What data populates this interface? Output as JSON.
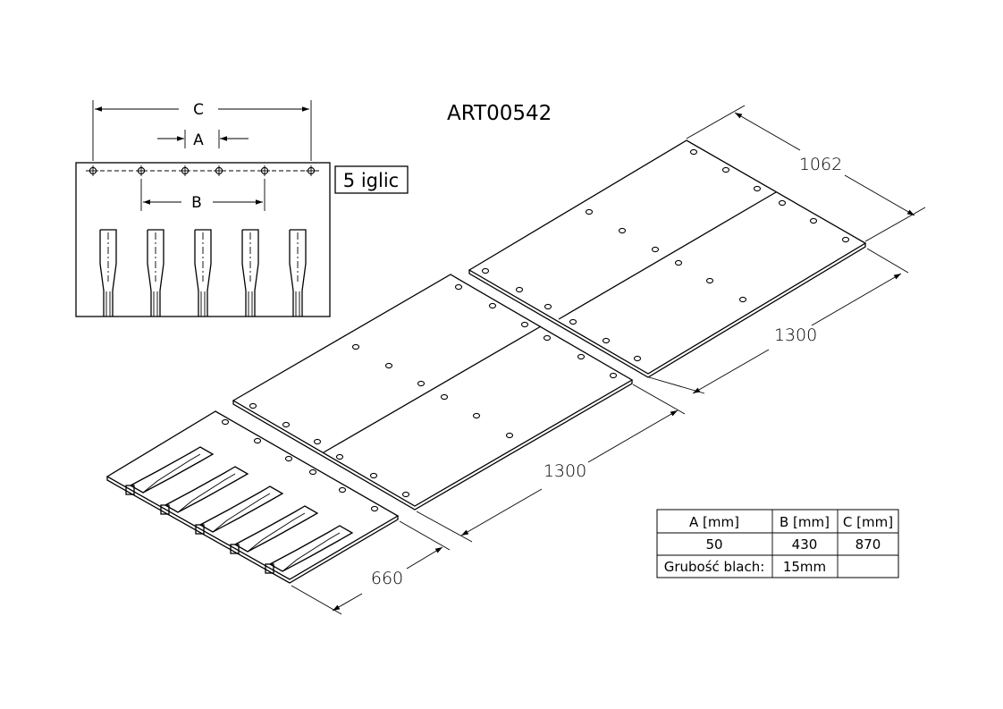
{
  "title": "ART00542",
  "detail": {
    "label_a": "A",
    "label_b": "B",
    "label_c": "C",
    "needles_label": "5 iglic"
  },
  "dimensions": {
    "width": "1062",
    "length_top": "1300",
    "length_middle": "1300",
    "length_front": "660"
  },
  "table": {
    "headers": [
      "A [mm]",
      "B [mm]",
      "C [mm]"
    ],
    "values": [
      "50",
      "430",
      "870"
    ],
    "thickness_label": "Grubość blach:",
    "thickness_value": "15mm"
  }
}
